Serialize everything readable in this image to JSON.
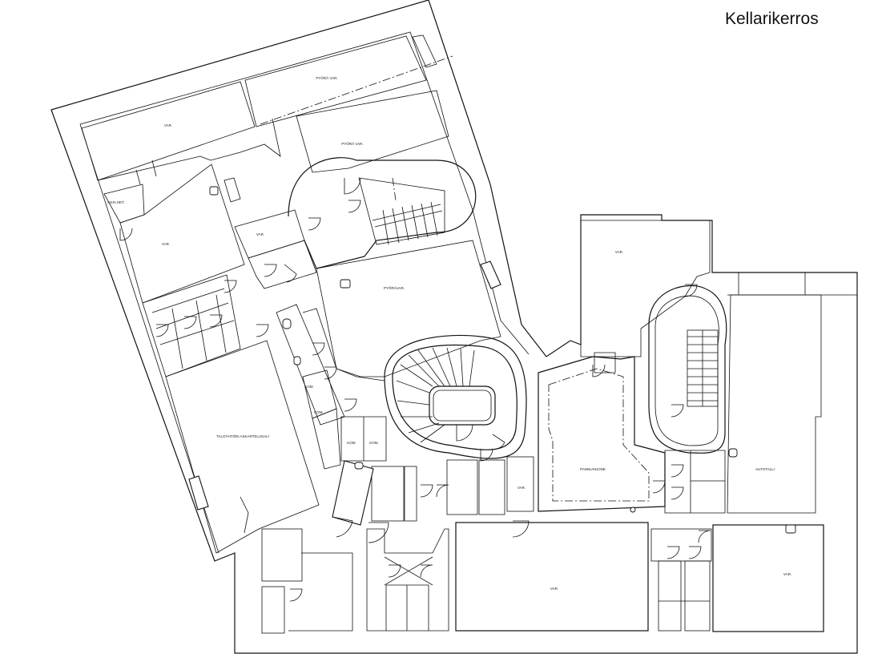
{
  "title": "Kellarikerros",
  "rooms": {
    "var_top_left": "VAR.",
    "pyora_var_top": "PYÖRÄ VAR.",
    "pyora_var_mid": "PYÖRÄ VAR.",
    "kesi_het": "KESI.HET.",
    "var_left": "VAR.",
    "var_small": "VAR.",
    "pyora_var_center": "PYÖRÄVAR.",
    "var_right_top": "VAR.",
    "taloyhtion_askartelu": "TALOYHTIÖN ASKARTELUSALI",
    "kom_1": "KOM.",
    "kom_2": "KOM.",
    "kom_3": "KOM.",
    "kom_4": "KOM.",
    "var_center_small": "VAR.",
    "pannuhuone": "PANNUHUONE",
    "autotalli": "AUTOTALLI",
    "var_bottom_center": "VAR.",
    "var_bottom_right": "VAR."
  }
}
